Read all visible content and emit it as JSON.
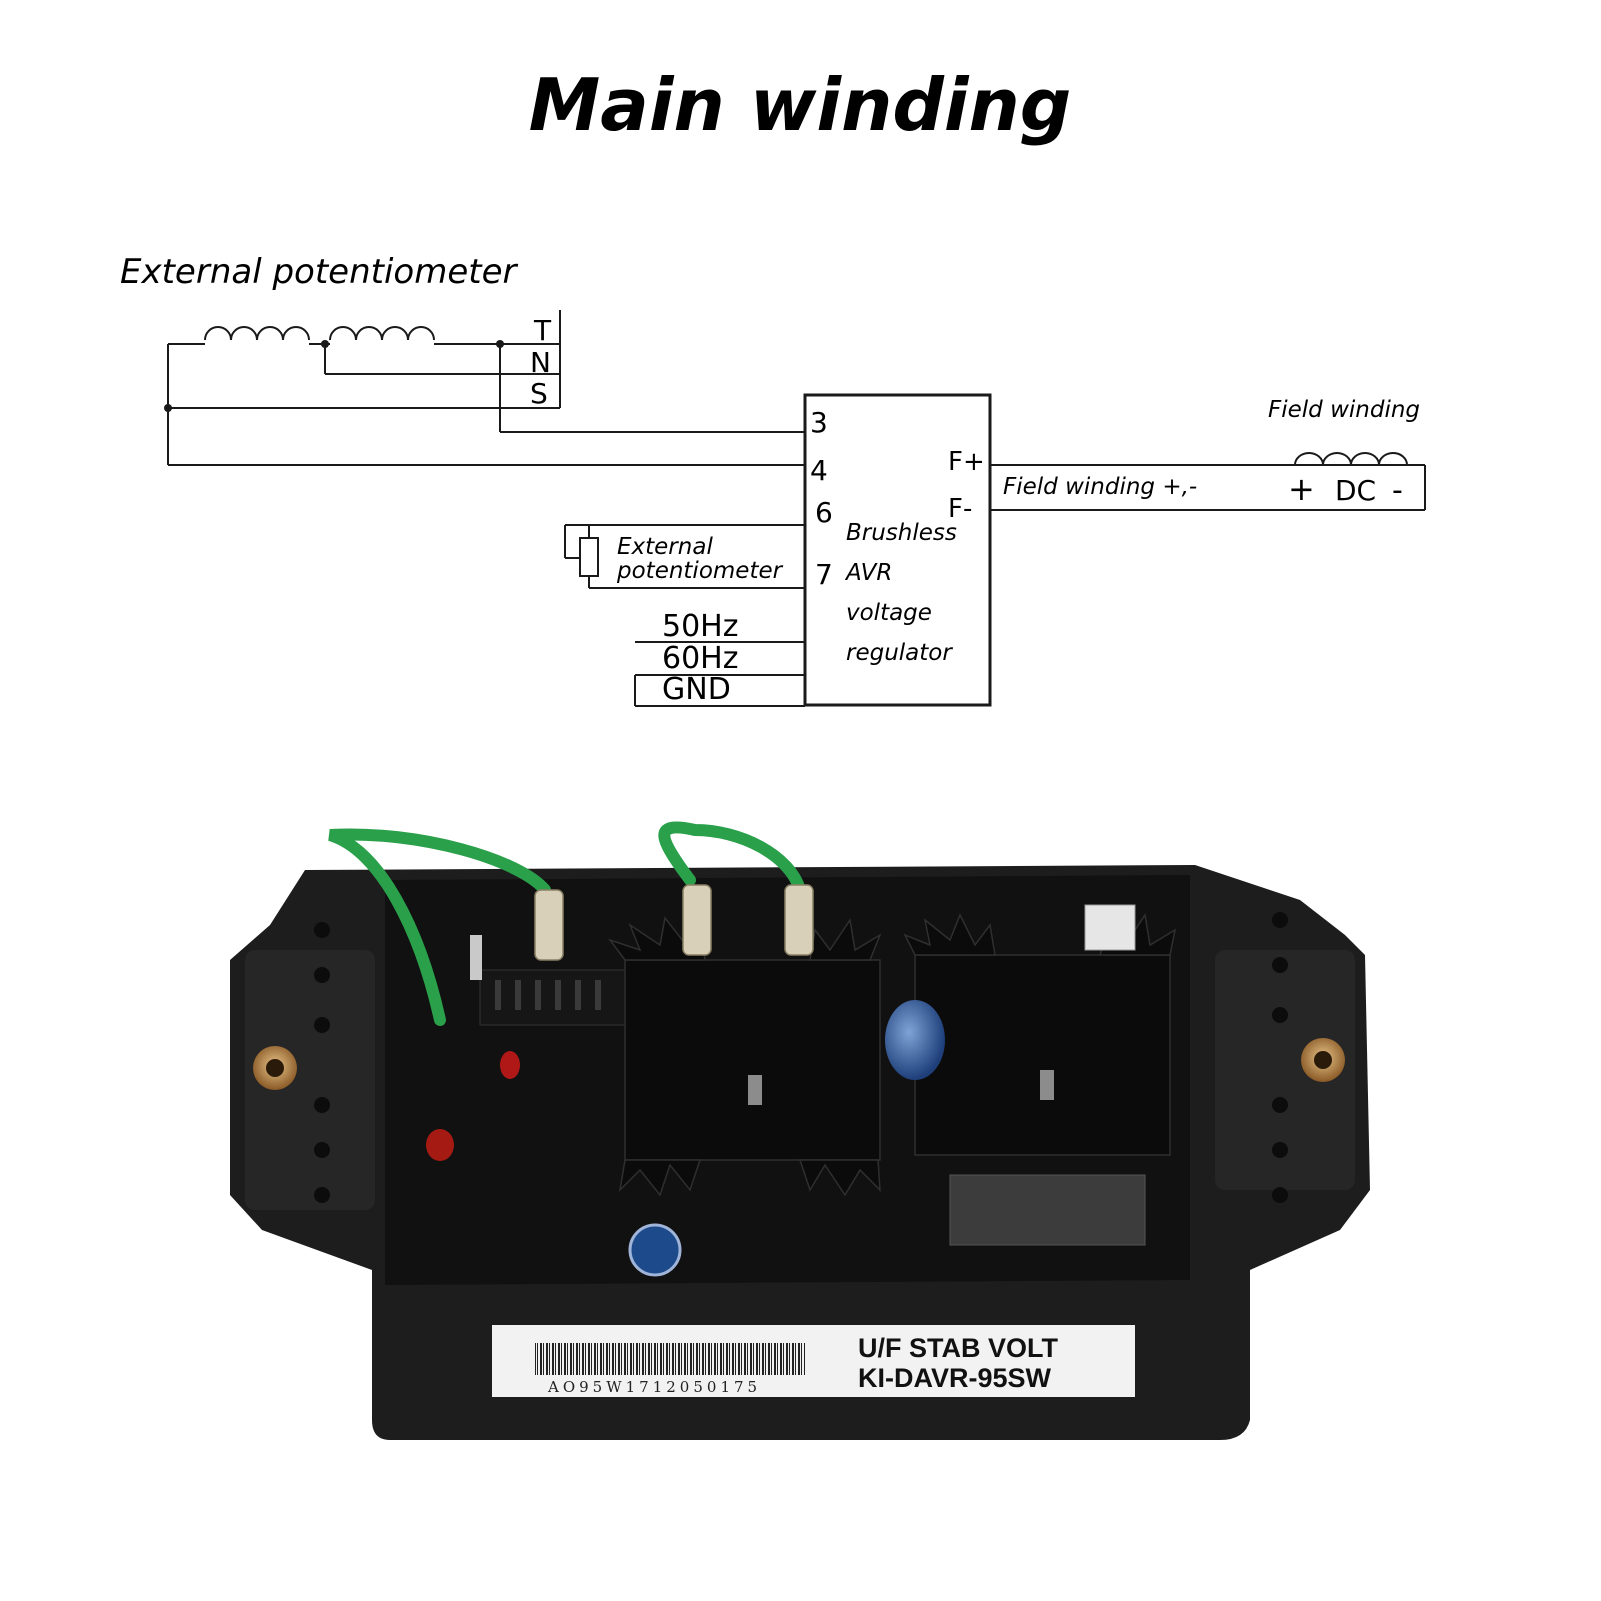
{
  "title": "Main winding",
  "labels": {
    "external_potentiometer_top": "External potentiometer",
    "field_winding_top": "Field winding",
    "field_winding_pm": "Field winding +,-",
    "dc_plus": "+",
    "dc_label": "DC",
    "dc_minus": "-",
    "ext_pot_line1": "External",
    "ext_pot_line2": "potentiometer"
  },
  "terminals": {
    "t": "T",
    "n": "N",
    "s": "S",
    "t3": "3",
    "t4": "4",
    "t6": "6",
    "t7": "7",
    "f_plus": "F+",
    "f_minus": "F-",
    "hz50": "50Hz",
    "hz60": "60Hz",
    "gnd": "GND"
  },
  "module_text": {
    "line1": "Brushless",
    "line2": "AVR",
    "line3": "voltage",
    "line4": "regulator"
  },
  "product": {
    "label_line1": "U/F STAB VOLT",
    "label_line2": "KI-DAVR-95SW",
    "serial": "AO95W1712050175"
  },
  "colors": {
    "wire": "#1a1a1a",
    "housing": "#1c1c1c",
    "green_wire": "#2aa04a",
    "label_bg": "#f2f2f2"
  }
}
